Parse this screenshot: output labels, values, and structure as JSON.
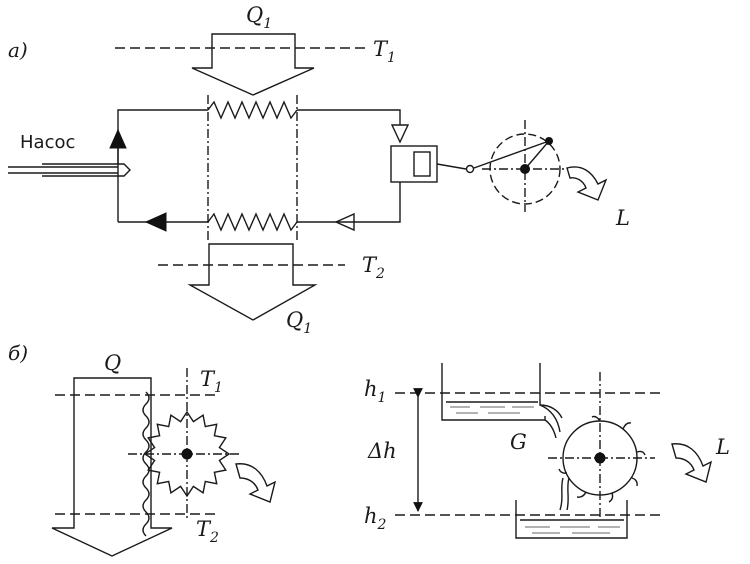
{
  "panel_a": {
    "label": "а)",
    "q_top": {
      "main": "Q",
      "sub": "1"
    },
    "t_top": {
      "main": "T",
      "sub": "1"
    },
    "pump": "Насос",
    "t_bottom": {
      "main": "T",
      "sub": "2"
    },
    "q_bottom": {
      "main": "Q",
      "sub": "1"
    },
    "work": "L"
  },
  "panel_b": {
    "label": "б)",
    "q": "Q",
    "t_top": {
      "main": "T",
      "sub": "1"
    },
    "t_bottom": {
      "main": "T",
      "sub": "2"
    },
    "h_top": {
      "main": "h",
      "sub": "1"
    },
    "h_bottom": {
      "main": "h",
      "sub": "2"
    },
    "delta_h": "Δh",
    "flow": "G",
    "work": "L"
  }
}
